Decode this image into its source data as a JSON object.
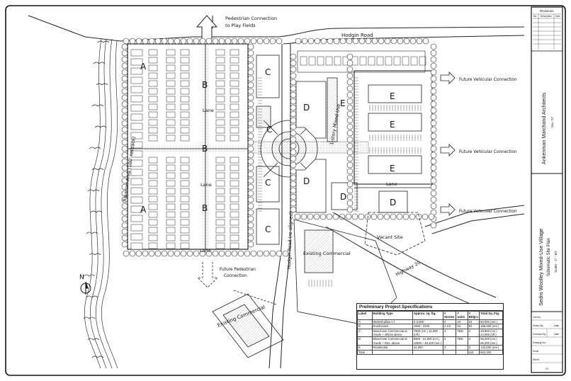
{
  "labels": {
    "pedestrian_connection": "Pedestrian Connection",
    "to_play_fields": "to Play Fields",
    "hodgin_road_top": "Hodgin Road",
    "hodgin_road_realigned": "Hodgin Road (re-aligned)",
    "riparian": "Riparian Area (100' setback)",
    "lane_1": "Lane",
    "lane_2": "Lane",
    "lane_3": "Lane",
    "lane_4": "Lane",
    "one_story_mixed_use": "1-story Mixed-Use",
    "future_vehicular_1": "Future Vehicular Connection",
    "future_vehicular_2": "Future Vehicular Connection",
    "future_vehicular_3": "Future Vehicular Connection",
    "vacant_site": "Vacant Site",
    "existing_commercial_center": "Existing Commercial",
    "existing_commercial_lower": "Existing Commercial",
    "highway_20": "Highway 20",
    "future_pedestrian": "Future Pedestrian",
    "connection": "Connection",
    "north": "N"
  },
  "blocks": [
    "A",
    "A",
    "B",
    "B",
    "B",
    "C",
    "C",
    "C",
    "C",
    "D",
    "D",
    "D",
    "D",
    "E",
    "E",
    "E",
    "E"
  ],
  "title_block": {
    "revisions_title": "Revisions",
    "rev_headers": [
      "No.",
      "Description",
      "Date"
    ],
    "architect": "Ankenman Marchand Architects",
    "architect_date": "Nov. '07",
    "project": "Sedro Woolley Mixed-Use Village",
    "drawing_title": "Schematic Site Plan",
    "scale": "Scale - 1\" : 60'",
    "fields": [
      "Job No.",
      "Drawn By",
      "Date",
      "Checked By",
      "Date",
      "Drawing No.",
      "Scale",
      "Sheet",
      "Of"
    ]
  },
  "spec_table": {
    "title": "Preliminary Project Specifications",
    "headers": [
      "Label",
      "Building Type",
      "Approx. sq. ftg.",
      "# Stories",
      "# Units",
      "# Bldg's",
      "Total Sq. Ftg."
    ],
    "rows": [
      [
        "A",
        "Wide/shallow s.f.",
        "2-3,000",
        "2",
        "24",
        "24",
        "60,000 (res.)"
      ],
      [
        "B",
        "Rowhouses",
        "1800 - 2200",
        "2 1/2",
        "84",
        "84",
        "168,000 (res.)"
      ],
      [
        "C",
        "Mixed-Use Commercial at Grade + offices above",
        "7800 (cm.) 12,000 (off.)",
        "2",
        "TBD",
        "4",
        "28,800 (cm.) 24,000 (off.)"
      ],
      [
        "D",
        "Mixed-Use Commercial at Grade + Res. above",
        "6600 - 21,000 (cm.) 10600 - 48,400 (res.)",
        "3",
        "TBD",
        "4",
        "56,200 (cm.) 96,400 (res.)"
      ],
      [
        "E",
        "Residential",
        "44,000",
        "3",
        "",
        "3",
        "132,000 (res.)"
      ],
      [
        "Total",
        "",
        "",
        "",
        "",
        "119",
        "602,300"
      ]
    ]
  }
}
